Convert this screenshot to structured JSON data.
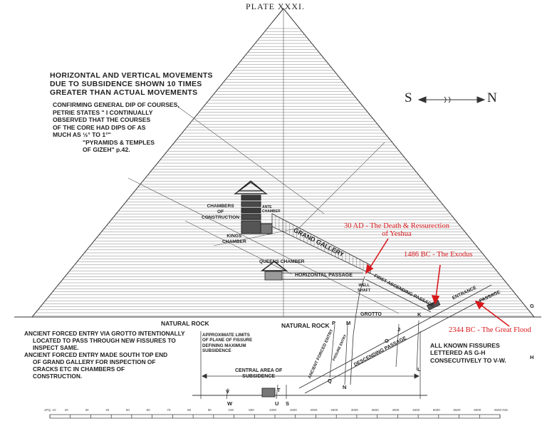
{
  "plate_title": "PLATE XXXI.",
  "heading": [
    "HORIZONTAL AND VERTICAL MOVEMENTS",
    "DUE TO SUBSIDENCE SHOWN 10 TIMES",
    "GREATER THAN ACTUAL MOVEMENTS"
  ],
  "confirming_note": [
    "CONFIRMING GENERAL DIP OF COURSES,",
    "PETRIE STATES \" I CONTINUALLY",
    "OBSERVED THAT THE COURSES",
    "OF THE CORE HAD DIPS OF AS",
    "MUCH AS ½° TO 1°\"",
    "\"PYRAMIDS & TEMPLES",
    "OF GIZEH\" p.42."
  ],
  "compass": {
    "south": "S",
    "north": "N"
  },
  "chambers": {
    "construction": [
      "CHAMBERS",
      "OF",
      "CONSTRUCTION"
    ],
    "ante": [
      "ANTE",
      "CHAMBER"
    ],
    "kings": [
      "KINGS",
      "CHAMBER"
    ],
    "queens": "QUEENS CHAMBER",
    "grand_gallery": "GRAND GALLERY",
    "horizontal_passage": "HORIZONTAL PASSAGE",
    "well_shaft": [
      "WELL",
      "SHAFT"
    ],
    "first_ascending": "FIRST ASCENDING PASSAGE",
    "entrance": "ENTRANCE",
    "passage": "PASSAGE",
    "grotto": "GROTTO",
    "descending": "DESCENDING PASSAGE",
    "ancient_forced": [
      "ANCIENT",
      "FORCED",
      "ENTRY"
    ],
    "fissure_text": [
      "FISSURE",
      "ENTRY"
    ]
  },
  "annotations": {
    "ad30": [
      "30 AD - The Death & Ressurection",
      "of Yeshua"
    ],
    "bc1486": "1486 BC - The Exodus",
    "bc2344": "2344 BC - The Great Flood"
  },
  "ground": {
    "natural_rock_left": "NATURAL ROCK",
    "natural_rock_right": "NATURAL ROCK"
  },
  "bottom_left_note": [
    "ANCIENT FORCED ENTRY VIA GROTTO INTENTIONALLY",
    "LOCATED TO PASS THROUGH NEW FISSURES TO",
    "INSPECT SAME.",
    "ANCIENT FORCED ENTRY MADE SOUTH TOP END",
    "OF GRAND GALLERY FOR INSPECTION OF",
    "CRACKS ETC IN CHAMBERS OF",
    "CONSTRUCTION."
  ],
  "limits_note": [
    "APPROXIMATE LIMITS",
    "OF PLANE OF FISSURE",
    "DEFINING MAXIMUM",
    "SUBSIDENCE"
  ],
  "central_area": [
    "CENTRAL AREA OF",
    "SUBSIDENCE"
  ],
  "fissures_note": [
    "ALL KNOWN FISSURES",
    "LETTERED AS G-H",
    "CONSECUTIVELY TO V-W."
  ],
  "fissure_letters": [
    "G",
    "H",
    "K",
    "L",
    "J",
    "O",
    "P",
    "M",
    "Q",
    "N",
    "T",
    "V",
    "W",
    "U",
    "S"
  ],
  "scale_labels": [
    "1PQ. 10",
    "20",
    "30",
    "40",
    "50",
    "60",
    "70",
    "80",
    "90",
    "100",
    "500",
    "1000",
    "1500",
    "2000",
    "2500",
    "3000",
    "3500",
    "4000",
    "4500",
    "5000",
    "5500",
    "6000",
    "6500 INS."
  ]
}
